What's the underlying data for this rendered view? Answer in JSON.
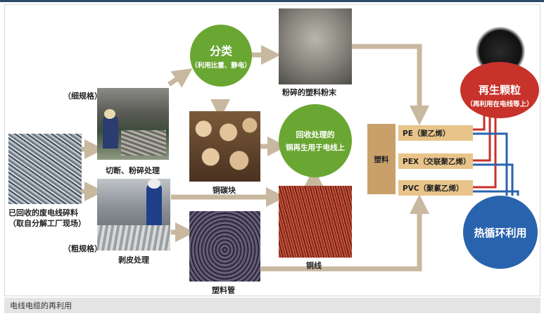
{
  "source": {
    "line1": "已回收的废电线碎料",
    "line2": "（取自分解工厂现场）"
  },
  "fine_spec_label": "（细规格）",
  "coarse_spec_label": "（粗规格）",
  "cut_label": "切断、粉碎处理",
  "strip_label": "剥皮处理",
  "sort": {
    "title": "分类",
    "subtitle": "（利用比重、静电）"
  },
  "plastic_powder_label": "粉碎的塑料粉末",
  "copper_block_label": "铜碳块",
  "recycle": {
    "line1": "回收处理的",
    "line2": "铜再生用于电线上"
  },
  "copper_wire_label": "铜线",
  "plastic_pipe_label": "塑料管",
  "plastic_box_label": "塑料",
  "plastics": [
    {
      "label": "PE（聚乙烯）"
    },
    {
      "label": "PEX（交联聚乙烯）"
    },
    {
      "label": "PVC（聚氯乙烯）"
    }
  ],
  "regen": {
    "title": "再生颗粒",
    "subtitle": "（再利用在电线等上）"
  },
  "thermal_label": "热循环利用",
  "caption": "电线电缆的再利用",
  "colors": {
    "green_circle": "#6aa632",
    "red_circle": "#c7322a",
    "blue_circle": "#2a63ad",
    "arrow": "#c8b8a0",
    "tan_box": "#e8c48a",
    "plastic_box": "#c9a06a"
  }
}
